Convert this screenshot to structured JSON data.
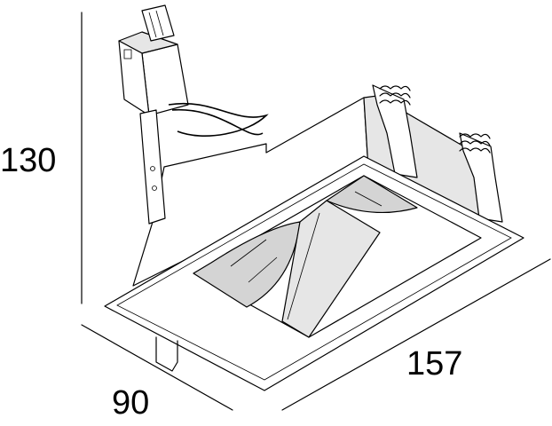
{
  "dimensions": {
    "height": "130",
    "depth": "90",
    "length": "157"
  }
}
